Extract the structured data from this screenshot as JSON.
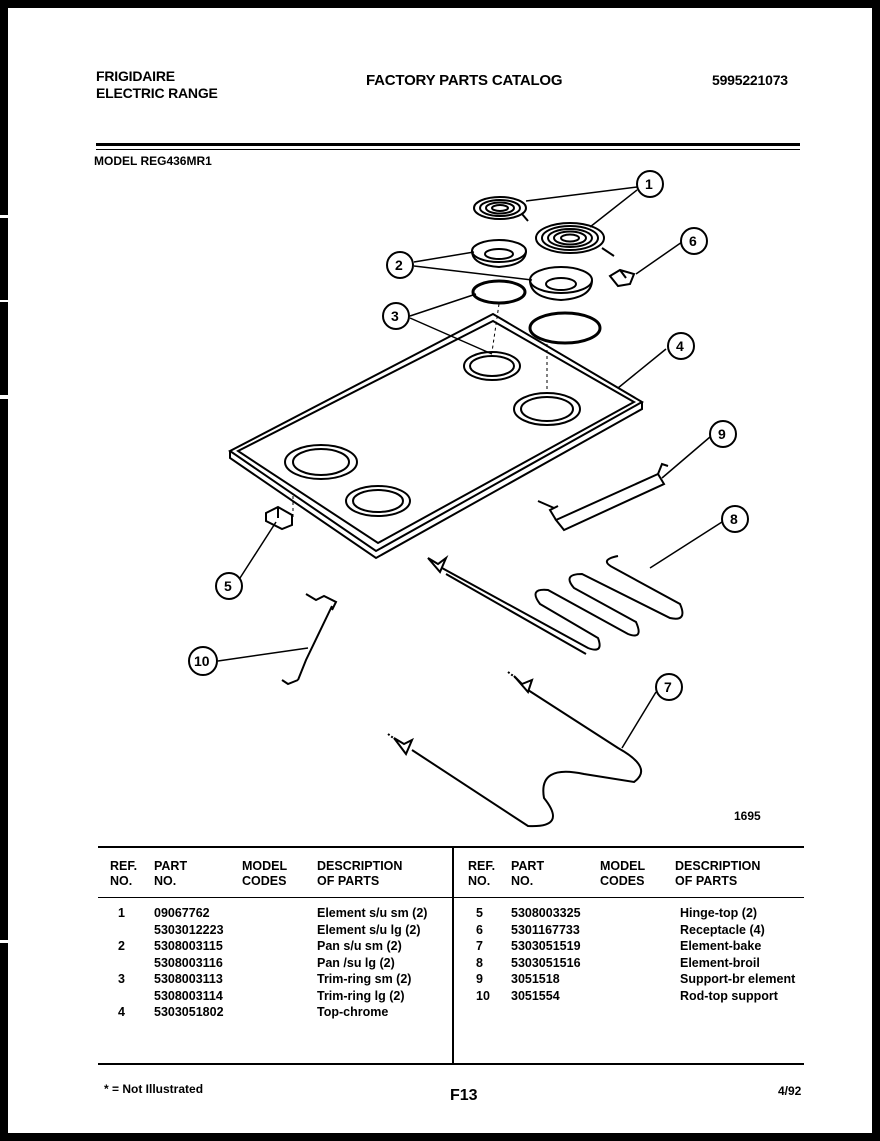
{
  "header": {
    "brand": "FRIGIDAIRE",
    "product": "ELECTRIC RANGE",
    "catalog_title": "FACTORY PARTS CATALOG",
    "catalog_number": "5995221073"
  },
  "model_label": "MODEL REG436MR1",
  "diagram": {
    "figure_code": "1695",
    "callouts": [
      "1",
      "2",
      "3",
      "4",
      "5",
      "6",
      "7",
      "8",
      "9",
      "10"
    ]
  },
  "table": {
    "headers": {
      "ref": [
        "REF.",
        "NO."
      ],
      "part": [
        "PART",
        "NO."
      ],
      "codes": [
        "MODEL",
        "CODES"
      ],
      "desc": [
        "DESCRIPTION",
        "OF PARTS"
      ]
    },
    "left": {
      "ref": [
        "1",
        "",
        "2",
        "",
        "3",
        "",
        "4"
      ],
      "part": [
        "09067762",
        "5303012223",
        "5308003115",
        "5308003116",
        "5308003113",
        "5308003114",
        "5303051802"
      ],
      "desc": [
        "Element s/u sm (2)",
        "Element s/u lg (2)",
        "Pan s/u sm (2)",
        "Pan /su lg (2)",
        "Trim-ring sm (2)",
        "Trim-ring lg (2)",
        "Top-chrome"
      ]
    },
    "right": {
      "ref": [
        "5",
        "6",
        "7",
        "8",
        "9",
        "10"
      ],
      "part": [
        "5308003325",
        "5301167733",
        "5303051519",
        "5303051516",
        "3051518",
        "3051554"
      ],
      "desc": [
        "Hinge-top (2)",
        "Receptacle (4)",
        "Element-bake",
        "Element-broil",
        "Support-br element",
        "Rod-top support"
      ]
    }
  },
  "footer": {
    "note": "* = Not Illustrated",
    "page": "F13",
    "date": "4/92"
  }
}
